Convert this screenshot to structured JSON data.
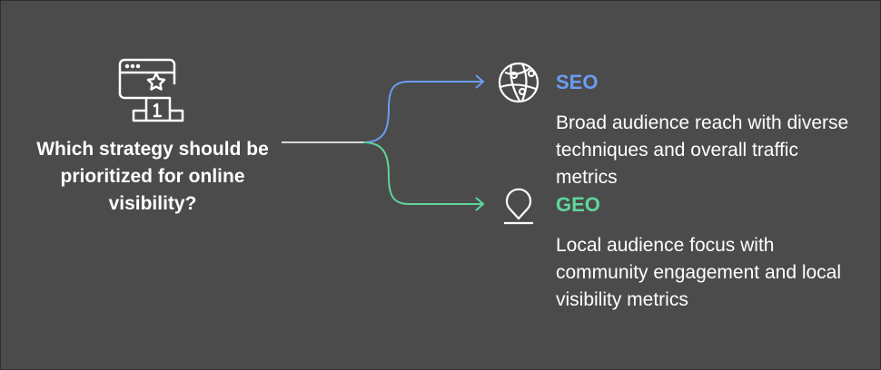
{
  "question": "Which strategy should be prioritized for online visibility?",
  "options": [
    {
      "title": "SEO",
      "description": "Broad audience reach with diverse techniques and overall traffic metrics",
      "color": "#6b9cf2",
      "icon": "globe-network-icon"
    },
    {
      "title": "GEO",
      "description": "Local audience focus with community engagement and local visibility metrics",
      "color": "#5fd69b",
      "icon": "map-pin-icon"
    }
  ],
  "colors": {
    "background": "#4b4b4b",
    "stem": "#d9d9d9"
  }
}
